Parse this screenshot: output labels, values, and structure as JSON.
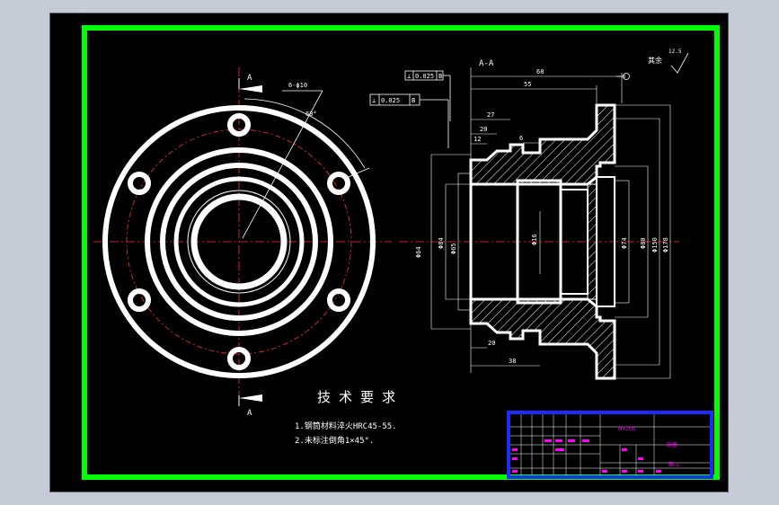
{
  "drawing": {
    "section_label": "A-A",
    "view_label_top": "A",
    "view_label_bottom": "A",
    "hole_callout": "6-ϕ10",
    "angle_callout": "60°",
    "roughness_other": "其余",
    "roughness_value": "12.5",
    "gdt_frame_1": [
      "⊥",
      "0.025",
      "B"
    ],
    "gdt_frame_2": [
      "⊥",
      "0.025",
      "B"
    ],
    "datum_symbol": "B",
    "dims": {
      "d68": "68",
      "d55": "55",
      "d27": "27",
      "d20": "20",
      "d12": "12",
      "d6": "6",
      "d20_bottom": "20",
      "d38": "38",
      "dia_left_1": "Φ64",
      "dia_left_2": "Φ84",
      "dia_left_3": "Φ65",
      "dia_mid": "Φ16",
      "dia_r1": "Φ74",
      "dia_r2": "Φ80",
      "dia_r3": "Φ150",
      "dia_r4": "Φ178"
    },
    "tech_req_title": "技 术 要 求",
    "tech_req_lines": [
      "1.钢筒材料淬火HRC45-55.",
      "2.未标注倒角1×45°."
    ]
  },
  "title_block": {
    "part_name": "端盖",
    "material": "HT200",
    "drawing_no": "图-1"
  },
  "colors": {
    "background": "#000000",
    "outer_border": "#00ff00",
    "title_frame": "#1e2bff",
    "lines": "#ffffff",
    "center_lines": "#ff3030",
    "dimensions": "#ff00ff",
    "hatch": "#ffffff"
  }
}
